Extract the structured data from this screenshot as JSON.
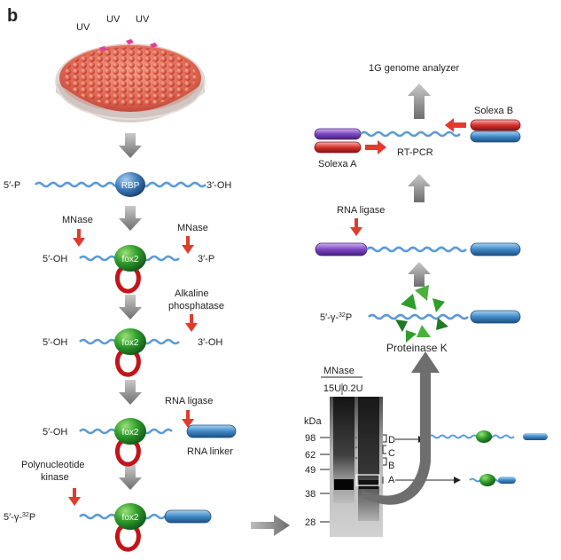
{
  "panel_label": "b",
  "uv_labels": [
    "UV",
    "UV",
    "UV"
  ],
  "rbp": {
    "label": "RBP",
    "end_5": "5′-P",
    "end_3": "3′-OH"
  },
  "mnase_step": {
    "enzyme_left": "MNase",
    "enzyme_right": "MNase",
    "protein": "fox2",
    "end_5": "5′-OH",
    "end_3": "3′-P"
  },
  "phosphatase_step": {
    "enzyme_line1": "Alkaline",
    "enzyme_line2": "phosphatase",
    "protein": "fox2",
    "end_5": "5′-OH",
    "end_3": "3′-OH"
  },
  "ligation_step": {
    "enzyme": "RNA ligase",
    "protein": "fox2",
    "end_5": "5′-OH",
    "linker": "RNA linker"
  },
  "pnk_step": {
    "enzyme_line1": "Polynucleotide",
    "enzyme_line2": "kinase",
    "protein": "fox2",
    "end_5_prefix": "5′-γ-",
    "end_5_sup": "32",
    "end_5_suffix": "P"
  },
  "gel": {
    "title": "MNase",
    "lanes": [
      "15U",
      "0.2U"
    ],
    "unit": "kDa",
    "markers": [
      "98",
      "62",
      "49",
      "38",
      "28"
    ],
    "bands": [
      "D",
      "C",
      "B",
      "A"
    ]
  },
  "right_column": {
    "proteinase_label": "Proteinase K",
    "labeled_end_prefix": "5′-γ-",
    "labeled_end_sup": "32",
    "labeled_end_suffix": "P",
    "ligase_label": "RNA ligase",
    "adapter_a": "Solexa A",
    "adapter_b": "Solexa B",
    "rtpcr": "RT-PCR",
    "analyzer": "1G genome analyzer"
  }
}
